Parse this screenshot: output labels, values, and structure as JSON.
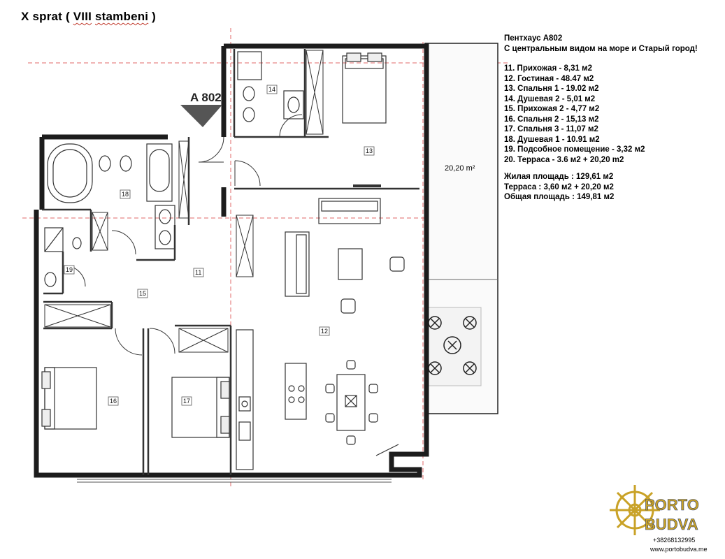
{
  "header": {
    "title_prefix": "X sprat ( ",
    "title_ul1": "VIII",
    "title_space": " ",
    "title_ul2": "stambeni",
    "title_suffix": " )"
  },
  "plan": {
    "unit_label": "A 802",
    "terrace_area": "20,20 m²",
    "rooms": {
      "r11": "11",
      "r12": "12",
      "r13": "13",
      "r14": "14",
      "r15": "15",
      "r16": "16",
      "r17": "17",
      "r18": "18",
      "r19": "19"
    }
  },
  "info": {
    "heading": "Пентхаус A802",
    "subheading": "С центральным видом на море и Старый город!",
    "rooms": [
      "11. Прихожая - 8,31 м2",
      "12. Гостиная - 48.47 м2",
      "13. Спальня 1 - 19.02 м2",
      "14. Душевая 2 - 5,01 м2",
      "15. Прихожая 2 - 4,77 м2",
      "16. Спальня 2 - 15,13 м2",
      "17. Спальня 3 - 11,07 м2",
      "18. Душевая 1 - 10.91 м2",
      "19. Подсобное помещение - 3,32 м2",
      "20. Терраса - 3.6 м2 + 20,20 m2"
    ],
    "totals": [
      "Жилая площадь : 129,61 м2",
      "Терраса : 3,60 м2 + 20,20 м2",
      "Общая площадь : 149,81 м2"
    ]
  },
  "logo": {
    "line1": "PORTO",
    "line2": "BUDVA",
    "phone": "+38268132995",
    "url": "www.portobudva.me"
  },
  "colors": {
    "wall": "#1c1c1c",
    "line": "#333333",
    "dash": "#e26a6a",
    "logo_gold": "#c9a227",
    "logo_blue": "#2c3e6b"
  }
}
